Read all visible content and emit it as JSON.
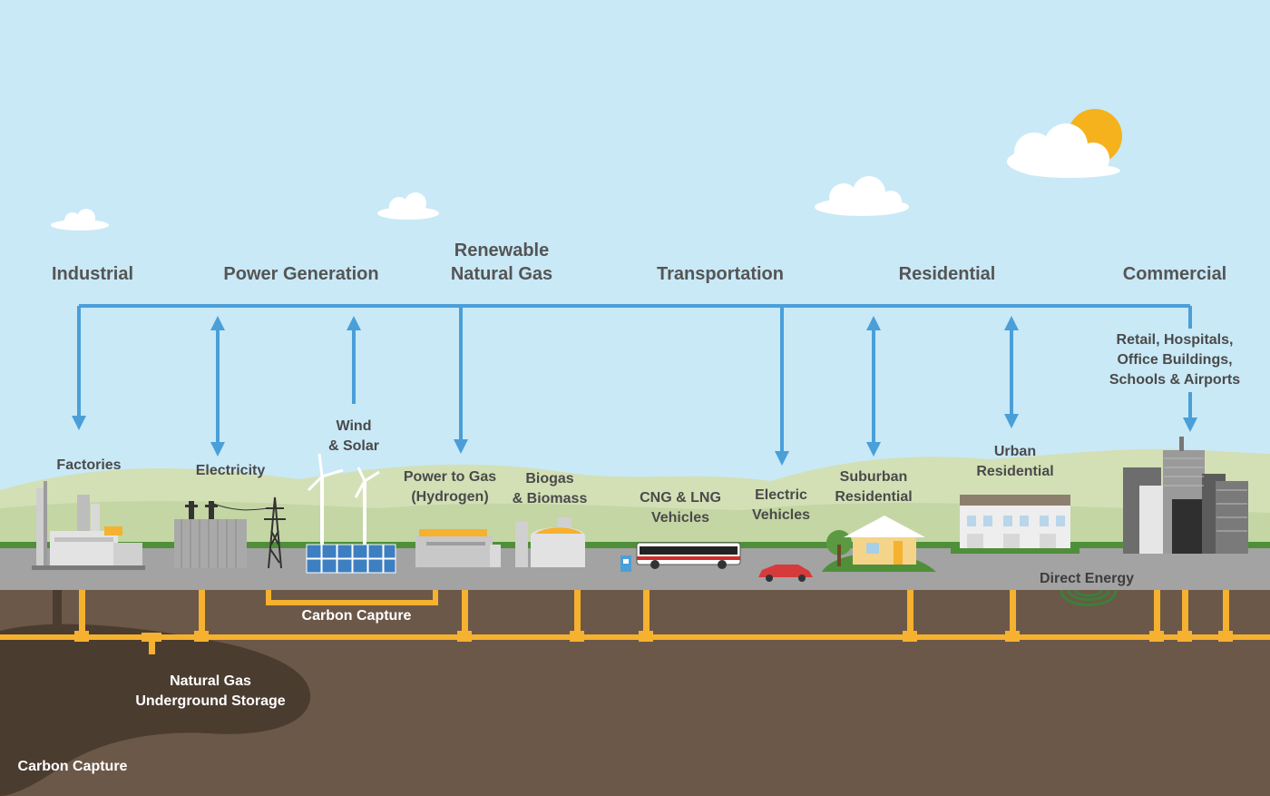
{
  "categories": {
    "industrial": "Industrial",
    "power_generation": "Power Generation",
    "renewable_natural_gas": [
      "Renewable",
      "Natural Gas"
    ],
    "transportation": "Transportation",
    "residential": "Residential",
    "commercial": "Commercial"
  },
  "nodes": {
    "factories": "Factories",
    "electricity": "Electricity",
    "wind_solar": [
      "Wind",
      "& Solar"
    ],
    "power_to_gas": [
      "Power to Gas",
      "(Hydrogen)"
    ],
    "biogas": [
      "Biogas",
      "& Biomass"
    ],
    "cng_lng": [
      "CNG & LNG",
      "Vehicles"
    ],
    "electric_vehicles": [
      "Electric",
      "Vehicles"
    ],
    "suburban": [
      "Suburban",
      "Residential"
    ],
    "urban": [
      "Urban",
      "Residential"
    ],
    "commercial_detail": [
      "Retail, Hospitals,",
      "Office Buildings,",
      "Schools & Airports"
    ]
  },
  "underground": {
    "carbon_capture_upper": "Carbon Capture",
    "storage": [
      "Natural Gas",
      "Underground Storage"
    ],
    "carbon_capture_lower": "Carbon Capture",
    "direct_energy": "Direct Energy"
  },
  "colors": {
    "sky": "#c9e9f6",
    "hills": "#d3e0b6",
    "road": "#a3a3a3",
    "soil": "#6b5848",
    "cavern": "#4b3c30",
    "pipe": "#f5b12f",
    "flow_line": "#4a9fd8",
    "sun": "#f6b21d",
    "text": "#4a4a4a"
  }
}
